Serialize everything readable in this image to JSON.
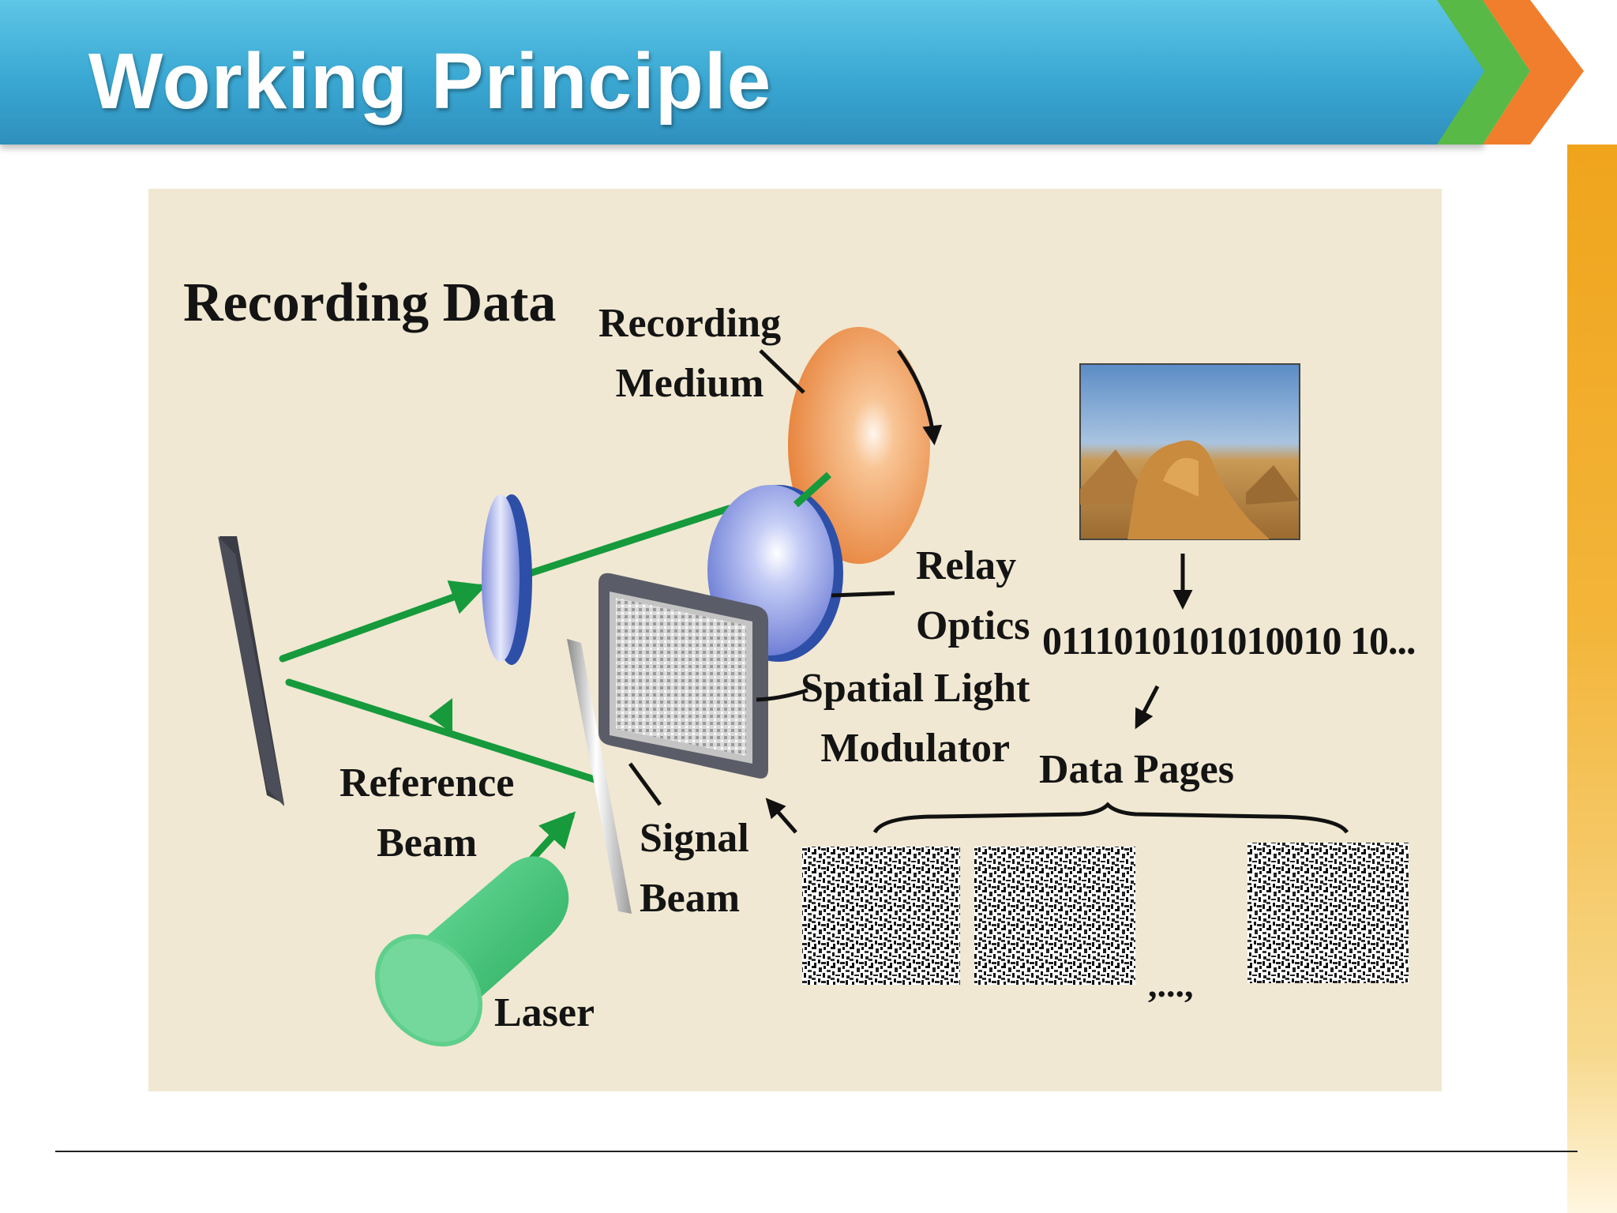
{
  "slide": {
    "title": "Working Principle"
  },
  "diagram": {
    "heading": "Recording Data",
    "labels": {
      "recording_medium": "Recording\nMedium",
      "relay_optics": "Relay\nOptics",
      "spatial_light_modulator": "Spatial Light\nModulator",
      "reference_beam": "Reference\nBeam",
      "signal_beam": "Signal\nBeam",
      "laser": "Laser",
      "bitstream": "0111010101010010 10...",
      "data_pages": "Data Pages",
      "ellipsis": ",...,"
    },
    "colors": {
      "beam": "#169a3c",
      "medium": "#ee9a55",
      "lens": "#8f9be0",
      "laser": "#4cc87a",
      "background": "#f0e8d2",
      "title_bar": "#3aa8d3",
      "chevron_green": "#58b947",
      "chevron_orange": "#f07e2c",
      "side_bar": "#f0a41c"
    }
  }
}
